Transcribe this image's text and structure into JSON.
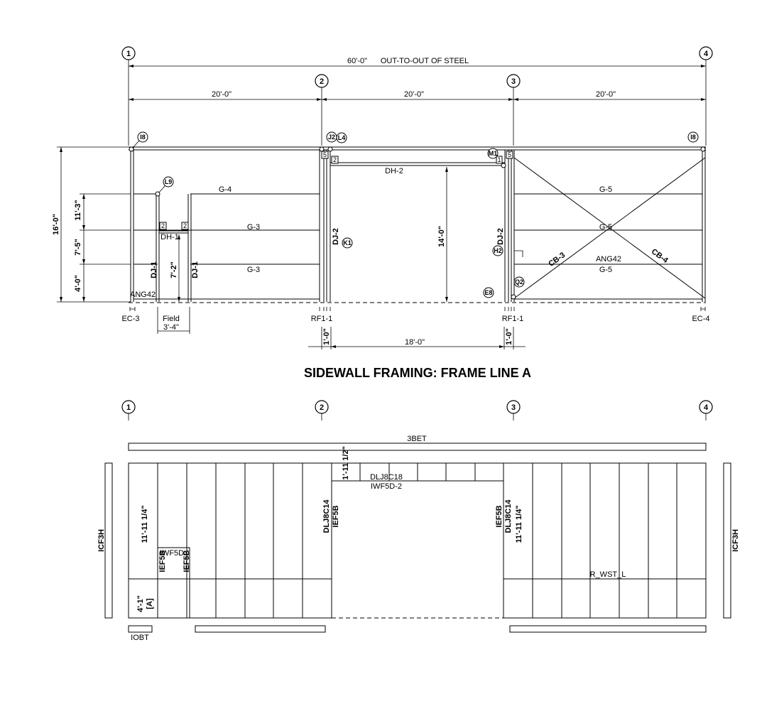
{
  "drawing": {
    "title": "SIDEWALL FRAMING: FRAME LINE A",
    "grid_lines": [
      "1",
      "2",
      "3",
      "4"
    ],
    "overall_dim": "60'-0\"",
    "overall_note": "OUT-TO-OUT OF STEEL",
    "bay_dims": [
      "20'-0\"",
      "20'-0\"",
      "20'-0\""
    ],
    "height_dims": {
      "total": "16'-0\"",
      "upper": "11'-3\"",
      "mid": "7'-5\"",
      "lower": "4'-0\""
    },
    "girts": {
      "g4": "G-4",
      "g3a": "G-3",
      "g3b": "G-3",
      "g5a": "G-5",
      "g5b": "G-5",
      "g5c": "G-5"
    },
    "headers": {
      "dh2": "DH-2",
      "dh1": "DH-1"
    },
    "jambs": {
      "dj1a": "DJ-1",
      "dj1b": "DJ-1",
      "dj2a": "DJ-2",
      "dj2b": "DJ-2"
    },
    "door_dims": {
      "small_height": "7'-2\"",
      "big_height": "14'-0\"",
      "small_width": "3'-4\"",
      "big_width": "18'-0\"",
      "offset_left": "1'-0\"",
      "offset_right": "1'-0\""
    },
    "angle_labels": {
      "left": "ANG42",
      "right": "ANG42"
    },
    "bracing": {
      "cb3": "CB-3",
      "cb4": "CB-4"
    },
    "columns": {
      "ec3": "EC-3",
      "rf1a": "RF1-1",
      "rf1b": "RF1-1",
      "ec4": "EC-4"
    },
    "field_label": "Field",
    "bubbles": {
      "i8a": "I8",
      "l9": "L9",
      "j2": "J2",
      "l4": "L4",
      "m1": "M1",
      "i8b": "I8",
      "k1": "K1",
      "h2": "H2",
      "e8": "E8",
      "q2": "Q2"
    },
    "small_marks": {
      "s2a": "2",
      "s2b": "2",
      "s2c": "2",
      "s5a": "5",
      "s5b": "5",
      "s1": "1"
    }
  },
  "sheeting": {
    "top_trim": "3BET",
    "left_trim": "ICF3H",
    "right_trim": "ICF3H",
    "bottom_trim_left": "IOBT",
    "header_dim": "1'-11 1/2\"",
    "header_panel": "DLJ8C18",
    "header_trim": "IWF5D-2",
    "door_trim": "IWF5D",
    "jamb_left": "DLJ8C14",
    "jamb_left_trim": "IEF5B",
    "jamb_right": "DLJ8C14",
    "jamb_right_trim": "IEF5B",
    "panel_len_left": "11'-11 1/4\"",
    "panel_len_right": "11'-11 1/4\"",
    "ief_a": "IEF5B",
    "ief_b": "IEF5B",
    "lower_panel": "4'-1\"",
    "lower_tag": "[A]",
    "panel_note": "R_WST_L"
  }
}
